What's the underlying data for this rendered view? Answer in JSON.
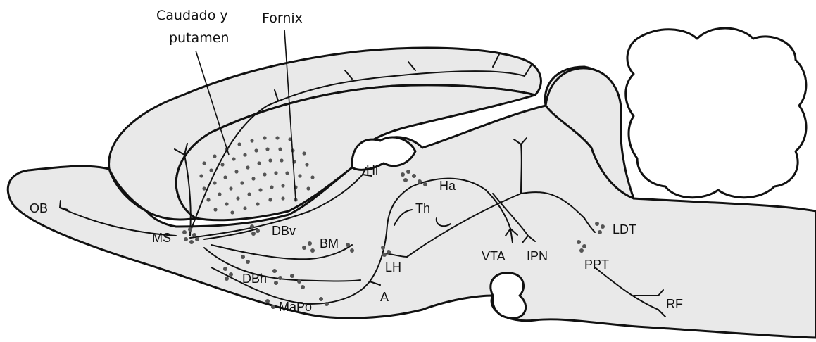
{
  "labels": {
    "caudado_line1": "Caudado y",
    "caudado_line2": "putamen",
    "fornix": "Fornix",
    "ob": "OB",
    "ms": "MS",
    "dbv": "DBv",
    "dbh": "DBh",
    "bm": "BM",
    "mapo": "MaPo",
    "a": "A",
    "lh": "LH",
    "th": "Th",
    "hi": "Hi",
    "ha": "Ha",
    "vta": "VTA",
    "ipn": "IPN",
    "ppt": "PPT",
    "ldt": "LDT",
    "rf": "RF"
  },
  "colors": {
    "tissue_fill": "#e9e9e9",
    "outline": "#111111",
    "background": "#ffffff",
    "dots": "#555555"
  }
}
